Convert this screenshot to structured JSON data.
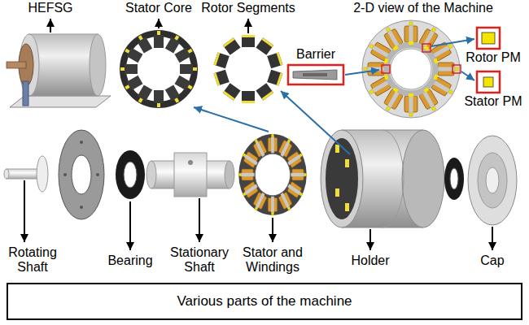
{
  "diagram": {
    "caption": "Various parts of the machine",
    "labels": [
      "HEFSG",
      "Stator Core",
      "Rotor Segments",
      "2-D view of the Machine",
      "Rotor PM",
      "Barrier",
      "Stator PM",
      "Rotating Shaft",
      "Bearing",
      "Stationary Shaft",
      "Stator and Windings",
      "Holder",
      "Cap"
    ]
  }
}
